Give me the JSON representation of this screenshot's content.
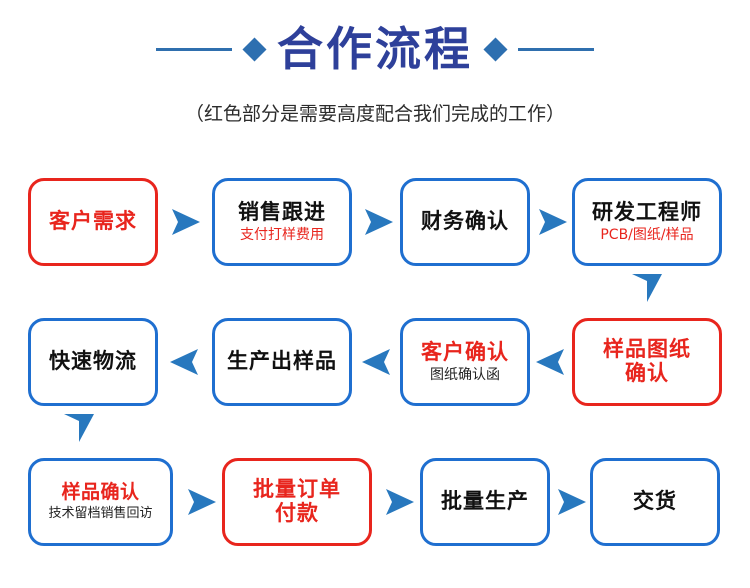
{
  "header": {
    "title": "合作流程",
    "subtitle": "（红色部分是需要高度配合我们完成的工作）",
    "left_rule": "horizontal-rule",
    "left_diamond": "diamond-marker",
    "right_diamond": "diamond-marker",
    "right_rule": "horizontal-rule"
  },
  "colors": {
    "title_navy": "#2e409a",
    "accent_blue": "#1f6fd0",
    "arrow_blue": "#2878be",
    "highlight_red": "#e8251d",
    "rule_blue": "#2f6fae",
    "body_text": "#111111",
    "background": "#ffffff"
  },
  "flow": {
    "rows": [
      {
        "row_index": 1,
        "direction": "left-to-right",
        "nodes": [
          {
            "title": "客户需求",
            "sub": "",
            "border": "red",
            "title_color": "red"
          },
          {
            "title": "销售跟进",
            "sub": "支付打样费用",
            "border": "blue",
            "title_color": "black",
            "sub_color": "red"
          },
          {
            "title": "财务确认",
            "sub": "",
            "border": "blue",
            "title_color": "black"
          },
          {
            "title": "研发工程师",
            "sub": "PCB/图纸/样品",
            "border": "blue",
            "title_color": "black",
            "sub_color": "red"
          }
        ]
      },
      {
        "row_index": 2,
        "direction": "right-to-left",
        "nodes": [
          {
            "title": "快速物流",
            "sub": "",
            "border": "blue",
            "title_color": "black"
          },
          {
            "title": "生产出样品",
            "sub": "",
            "border": "blue",
            "title_color": "black"
          },
          {
            "title": "客户确认",
            "sub": "图纸确认函",
            "border": "blue",
            "title_color": "red",
            "sub_color": "black"
          },
          {
            "title": "样品图纸\n确认",
            "sub": "",
            "border": "red",
            "title_color": "red"
          }
        ]
      },
      {
        "row_index": 3,
        "direction": "left-to-right",
        "nodes": [
          {
            "title": "样品确认",
            "sub": "技术留档销售回访",
            "border": "blue",
            "title_color": "red",
            "sub_color": "black"
          },
          {
            "title": "批量订单\n付款",
            "sub": "",
            "border": "red",
            "title_color": "red"
          },
          {
            "title": "批量生产",
            "sub": "",
            "border": "blue",
            "title_color": "black"
          },
          {
            "title": "交货",
            "sub": "",
            "border": "blue",
            "title_color": "black"
          }
        ]
      }
    ],
    "connectors": [
      {
        "name": "arrow-right-r1-1",
        "direction": "right"
      },
      {
        "name": "arrow-right-r1-2",
        "direction": "right"
      },
      {
        "name": "arrow-right-r1-3",
        "direction": "right"
      },
      {
        "name": "arrow-down-col4",
        "direction": "down"
      },
      {
        "name": "arrow-left-r2-1",
        "direction": "left"
      },
      {
        "name": "arrow-left-r2-2",
        "direction": "left"
      },
      {
        "name": "arrow-left-r2-3",
        "direction": "left"
      },
      {
        "name": "arrow-down-col1",
        "direction": "down"
      },
      {
        "name": "arrow-right-r3-1",
        "direction": "right"
      },
      {
        "name": "arrow-right-r3-2",
        "direction": "right"
      },
      {
        "name": "arrow-right-r3-3",
        "direction": "right"
      }
    ]
  }
}
